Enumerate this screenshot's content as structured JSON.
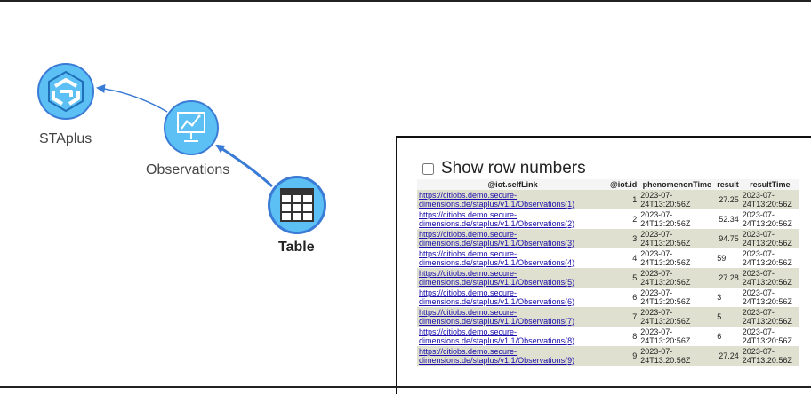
{
  "graph": {
    "nodes": {
      "staplus": {
        "label": "STAplus",
        "icon": "staplus-logo-icon"
      },
      "observations": {
        "label": "Observations",
        "icon": "chart-monitor-icon"
      },
      "table": {
        "label": "Table",
        "icon": "table-icon"
      }
    },
    "colors": {
      "node_fill": "#5cc0f5",
      "node_border": "#3a7bd5",
      "edge": "#3a7bd5"
    }
  },
  "table_panel": {
    "show_row_numbers_label": "Show row numbers",
    "show_row_numbers_checked": false,
    "columns": [
      "@iot.selfLink",
      "@iot.id",
      "phenomenonTime",
      "result",
      "resultTime"
    ],
    "rows": [
      {
        "link1": "https://citiobs.demo.secure-",
        "link2": "dimensions.de/staplus/v1.1/Observations(1)",
        "id": "1",
        "pt1": "2023-07-",
        "pt2": "24T13:20:56Z",
        "result": "27.25",
        "rt1": "2023-07-",
        "rt2": "24T13:20:56Z"
      },
      {
        "link1": "https://citiobs.demo.secure-",
        "link2": "dimensions.de/staplus/v1.1/Observations(2)",
        "id": "2",
        "pt1": "2023-07-",
        "pt2": "24T13:20:56Z",
        "result": "52.34",
        "rt1": "2023-07-",
        "rt2": "24T13:20:56Z"
      },
      {
        "link1": "https://citiobs.demo.secure-",
        "link2": "dimensions.de/staplus/v1.1/Observations(3)",
        "id": "3",
        "pt1": "2023-07-",
        "pt2": "24T13:20:56Z",
        "result": "94.75",
        "rt1": "2023-07-",
        "rt2": "24T13:20:56Z"
      },
      {
        "link1": "https://citiobs.demo.secure-",
        "link2": "dimensions.de/staplus/v1.1/Observations(4)",
        "id": "4",
        "pt1": "2023-07-",
        "pt2": "24T13:20:56Z",
        "result": "59",
        "rt1": "2023-07-",
        "rt2": "24T13:20:56Z"
      },
      {
        "link1": "https://citiobs.demo.secure-",
        "link2": "dimensions.de/staplus/v1.1/Observations(5)",
        "id": "5",
        "pt1": "2023-07-",
        "pt2": "24T13:20:56Z",
        "result": "27.28",
        "rt1": "2023-07-",
        "rt2": "24T13:20:56Z"
      },
      {
        "link1": "https://citiobs.demo.secure-",
        "link2": "dimensions.de/staplus/v1.1/Observations(6)",
        "id": "6",
        "pt1": "2023-07-",
        "pt2": "24T13:20:56Z",
        "result": "3",
        "rt1": "2023-07-",
        "rt2": "24T13:20:56Z"
      },
      {
        "link1": "https://citiobs.demo.secure-",
        "link2": "dimensions.de/staplus/v1.1/Observations(7)",
        "id": "7",
        "pt1": "2023-07-",
        "pt2": "24T13:20:56Z",
        "result": "5",
        "rt1": "2023-07-",
        "rt2": "24T13:20:56Z"
      },
      {
        "link1": "https://citiobs.demo.secure-",
        "link2": "dimensions.de/staplus/v1.1/Observations(8)",
        "id": "8",
        "pt1": "2023-07-",
        "pt2": "24T13:20:56Z",
        "result": "6",
        "rt1": "2023-07-",
        "rt2": "24T13:20:56Z"
      },
      {
        "link1": "https://citiobs.demo.secure-",
        "link2": "dimensions.de/staplus/v1.1/Observations(9)",
        "id": "9",
        "pt1": "2023-07-",
        "pt2": "24T13:20:56Z",
        "result": "27.24",
        "rt1": "2023-07-",
        "rt2": "24T13:20:56Z"
      }
    ]
  }
}
